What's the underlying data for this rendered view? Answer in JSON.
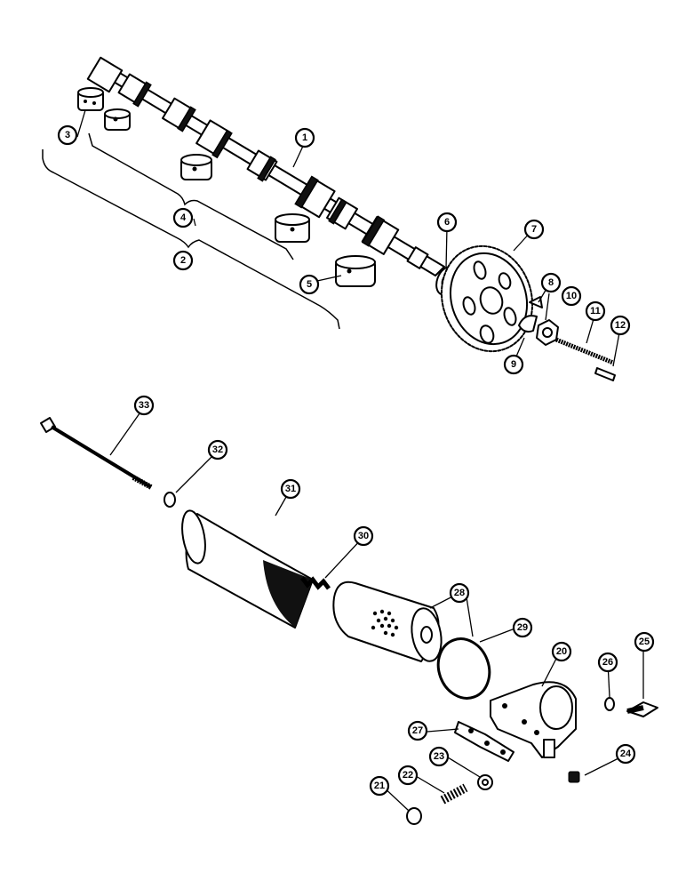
{
  "diagram": {
    "callouts": [
      {
        "id": "1",
        "label": "1"
      },
      {
        "id": "2",
        "label": "2"
      },
      {
        "id": "3",
        "label": "3"
      },
      {
        "id": "4",
        "label": "4"
      },
      {
        "id": "5",
        "label": "5"
      },
      {
        "id": "6",
        "label": "6"
      },
      {
        "id": "7",
        "label": "7"
      },
      {
        "id": "8",
        "label": "8"
      },
      {
        "id": "9",
        "label": "9"
      },
      {
        "id": "10",
        "label": "10"
      },
      {
        "id": "11",
        "label": "11"
      },
      {
        "id": "12",
        "label": "12"
      },
      {
        "id": "20",
        "label": "20"
      },
      {
        "id": "21",
        "label": "21"
      },
      {
        "id": "22",
        "label": "22"
      },
      {
        "id": "23",
        "label": "23"
      },
      {
        "id": "24",
        "label": "24"
      },
      {
        "id": "25",
        "label": "25"
      },
      {
        "id": "26",
        "label": "26"
      },
      {
        "id": "27",
        "label": "27"
      },
      {
        "id": "28",
        "label": "28"
      },
      {
        "id": "29",
        "label": "29"
      },
      {
        "id": "30",
        "label": "30"
      },
      {
        "id": "31",
        "label": "31"
      },
      {
        "id": "32",
        "label": "32"
      },
      {
        "id": "33",
        "label": "33"
      }
    ]
  }
}
